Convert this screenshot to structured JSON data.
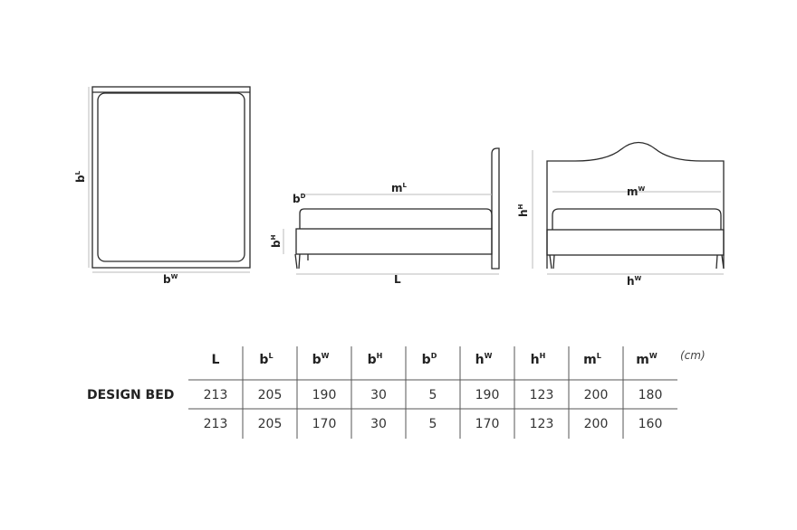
{
  "labels": {
    "top_bl": {
      "base": "b",
      "sup": "L"
    },
    "top_bw": {
      "base": "b",
      "sup": "W"
    },
    "side_bd": {
      "base": "b",
      "sup": "D"
    },
    "side_ml": {
      "base": "m",
      "sup": "L"
    },
    "side_bh": {
      "base": "b",
      "sup": "H"
    },
    "side_l": "L",
    "front_hh": {
      "base": "h",
      "sup": "H"
    },
    "front_mw": {
      "base": "m",
      "sup": "W"
    },
    "front_hw": {
      "base": "h",
      "sup": "W"
    }
  },
  "table": {
    "unit": "(cm)",
    "product_name": "DESIGN BED",
    "headers": [
      {
        "base": "L",
        "sup": ""
      },
      {
        "base": "b",
        "sup": "L"
      },
      {
        "base": "b",
        "sup": "W"
      },
      {
        "base": "b",
        "sup": "H"
      },
      {
        "base": "b",
        "sup": "D"
      },
      {
        "base": "h",
        "sup": "W"
      },
      {
        "base": "h",
        "sup": "H"
      },
      {
        "base": "m",
        "sup": "L"
      },
      {
        "base": "m",
        "sup": "W"
      }
    ],
    "rows": [
      [
        "213",
        "205",
        "190",
        "30",
        "5",
        "190",
        "123",
        "200",
        "180"
      ],
      [
        "213",
        "205",
        "170",
        "30",
        "5",
        "170",
        "123",
        "200",
        "160"
      ]
    ]
  }
}
